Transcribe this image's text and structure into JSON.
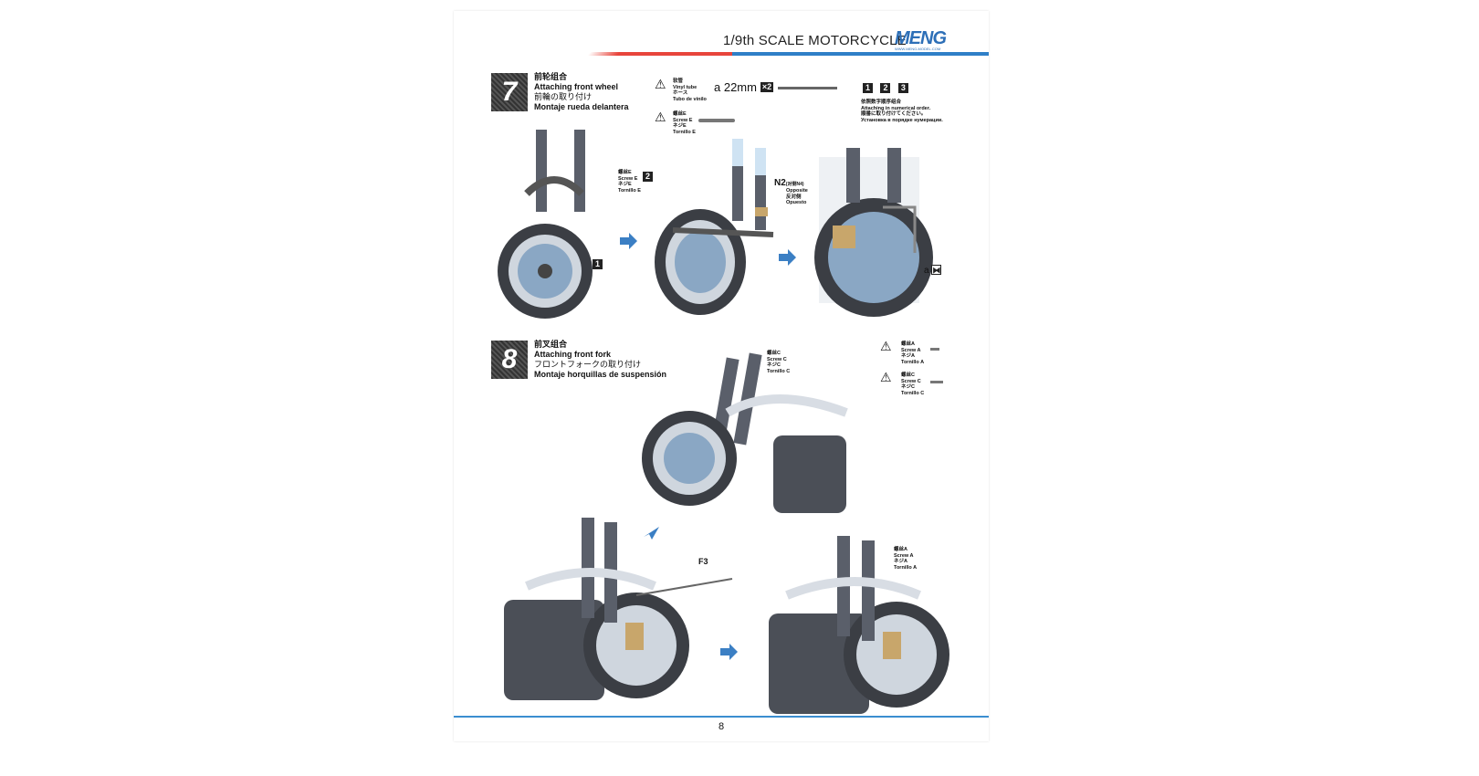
{
  "header": {
    "title": "1/9th SCALE MOTORCYCLE",
    "logo": "MENG",
    "logo_url_text": "WWW.MENG-MODEL.COM"
  },
  "step7": {
    "number": "7",
    "zh": "前轮组合",
    "en": "Attaching front wheel",
    "ja": "前輪の取り付け",
    "es": "Montaje rueda delantera",
    "tube": {
      "zh": "软管",
      "en": "Vinyl tube",
      "ja": "ホース",
      "es": "Tubo de vinilo",
      "length": "a 22mm",
      "qty": "×2"
    },
    "screw": {
      "zh": "螺丝E",
      "en": "Screw E",
      "ja": "ネジE",
      "es": "Tornillo E"
    },
    "order": {
      "nums": [
        "1",
        "2",
        "3"
      ],
      "zh": "依照数字顺序组合",
      "en": "Attaching in numerical order.",
      "ja": "順番に取り付けてください。",
      "ru": "Установка в порядке нумерации."
    },
    "callout_screw": {
      "zh": "螺丝E",
      "en": "Screw E",
      "ja": "ネジE",
      "es": "Tornillo E",
      "num": "2"
    },
    "callout_one": "1",
    "callout_n2": {
      "part": "N2",
      "note": "(对侧N4)",
      "en": "Opposite",
      "zh": "反对侧",
      "es": "Opuesto"
    },
    "callout_a": "a"
  },
  "step8": {
    "number": "8",
    "zh": "前叉组合",
    "en": "Attaching front fork",
    "ja": "フロントフォークの取り付け",
    "es": "Montaje horquillas de suspensión",
    "screwA": {
      "zh": "螺丝A",
      "en": "Screw A",
      "ja": "ネジA",
      "es": "Tornillo A"
    },
    "screwC": {
      "zh": "螺丝C",
      "en": "Screw C",
      "ja": "ネジC",
      "es": "Tornillo C"
    },
    "callout_c": {
      "zh": "螺丝C",
      "en": "Screw C",
      "ja": "ネジC",
      "es": "Tornillo C"
    },
    "callout_f3": "F3",
    "callout_a": {
      "zh": "螺丝A",
      "en": "Screw A",
      "ja": "ネジA",
      "es": "Tornillo A"
    }
  },
  "footer": {
    "page": "8"
  },
  "colors": {
    "blue": "#2f7fc7",
    "red": "#e8453c"
  }
}
